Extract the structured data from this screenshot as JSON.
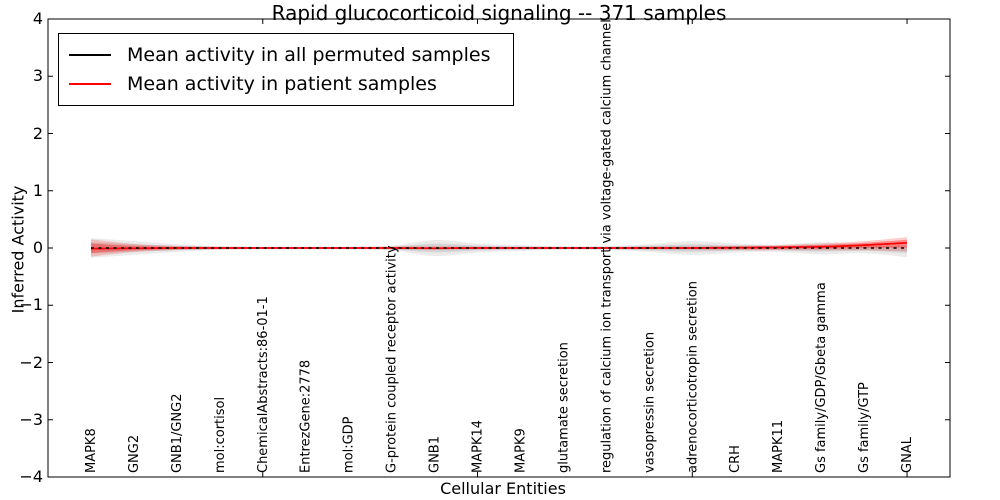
{
  "title": "Rapid glucocorticoid signaling -- 371 samples",
  "legend": {
    "items": [
      {
        "label": "Mean activity in all permuted samples",
        "color": "#000000"
      },
      {
        "label": "Mean activity in patient samples",
        "color": "#ff0000"
      }
    ]
  },
  "axes": {
    "x_label": "Cellular Entities",
    "y_label": "Inferred Activity",
    "y_tick_labels": [
      "4",
      "3",
      "2",
      "1",
      "0",
      "−1",
      "−2",
      "−3",
      "−4"
    ],
    "y_tick_values": [
      4,
      3,
      2,
      1,
      0,
      -1,
      -2,
      -3,
      -4
    ]
  },
  "chart_data": {
    "type": "area",
    "title": "Rapid glucocorticoid signaling -- 371 samples",
    "xlabel": "Cellular Entities",
    "ylabel": "Inferred Activity",
    "ylim": [
      -4,
      4
    ],
    "grid": false,
    "legend_position": "upper left",
    "categories": [
      "MAPK8",
      "GNG2",
      "GNB1/GNG2",
      "mol:cortisol",
      "ChemicalAbstracts:86-01-1",
      "EntrezGene:2778",
      "mol:GDP",
      "G-protein coupled receptor activity",
      "GNB1",
      "MAPK14",
      "MAPK9",
      "glutamate secretion",
      "regulation of calcium ion transport via voltage-gated calcium channel",
      "vasopressin secretion",
      "adrenocorticotropin secretion",
      "CRH",
      "MAPK11",
      "Gs family/GDP/Gbeta gamma",
      "Gs family/GTP",
      "GNAL"
    ],
    "x_axis_ticks_at": [
      5,
      10,
      15,
      20
    ],
    "series": [
      {
        "name": "Mean activity in all permuted samples",
        "color": "#000000",
        "line_style": "dashed",
        "values": [
          0,
          0,
          0,
          0,
          0,
          0,
          0,
          0,
          0,
          0,
          0,
          0,
          0,
          0,
          0,
          0,
          0,
          0,
          0,
          0
        ]
      },
      {
        "name": "Mean activity in patient samples",
        "color": "#ff0000",
        "line_style": "solid",
        "values": [
          -0.01,
          -0.005,
          0,
          0,
          0,
          0,
          0,
          0,
          -0.005,
          0,
          0,
          0,
          0,
          0,
          0,
          0.005,
          0.01,
          0.02,
          0.05,
          0.09
        ]
      }
    ],
    "bands": [
      {
        "name": "permuted-samples-spread",
        "color": "#999999",
        "top": [
          0.17,
          0.12,
          0.07,
          0.03,
          0.025,
          0.025,
          0.025,
          0.04,
          0.14,
          0.08,
          0.05,
          0.03,
          0.035,
          0.07,
          0.12,
          0.08,
          0.06,
          0.1,
          0.07,
          0.06
        ],
        "bottom": [
          -0.17,
          -0.12,
          -0.07,
          -0.03,
          -0.025,
          -0.025,
          -0.025,
          -0.04,
          -0.14,
          -0.08,
          -0.05,
          -0.03,
          -0.035,
          -0.07,
          -0.12,
          -0.08,
          -0.07,
          -0.11,
          -0.09,
          -0.16
        ],
        "mean": 0
      },
      {
        "name": "patient-samples-spread",
        "color": "#ff0000",
        "top": [
          0.15,
          0.07,
          0.035,
          0.025,
          0.02,
          0.02,
          0.02,
          0.025,
          0.03,
          0.025,
          0.02,
          0.02,
          0.02,
          0.025,
          0.03,
          0.04,
          0.05,
          0.08,
          0.12,
          0.19
        ],
        "bottom": [
          -0.15,
          -0.07,
          -0.035,
          -0.025,
          -0.02,
          -0.02,
          -0.02,
          -0.025,
          -0.03,
          -0.025,
          -0.02,
          -0.02,
          -0.02,
          -0.025,
          -0.03,
          -0.04,
          -0.04,
          -0.04,
          -0.04,
          -0.06
        ],
        "mean_follows_series": 1
      }
    ]
  },
  "colors": {
    "axis": "#000000",
    "background": "#ffffff",
    "permuted_line": "#000000",
    "patient_line": "#ff0000",
    "permuted_band": "#999999",
    "patient_band": "#ff0000"
  }
}
